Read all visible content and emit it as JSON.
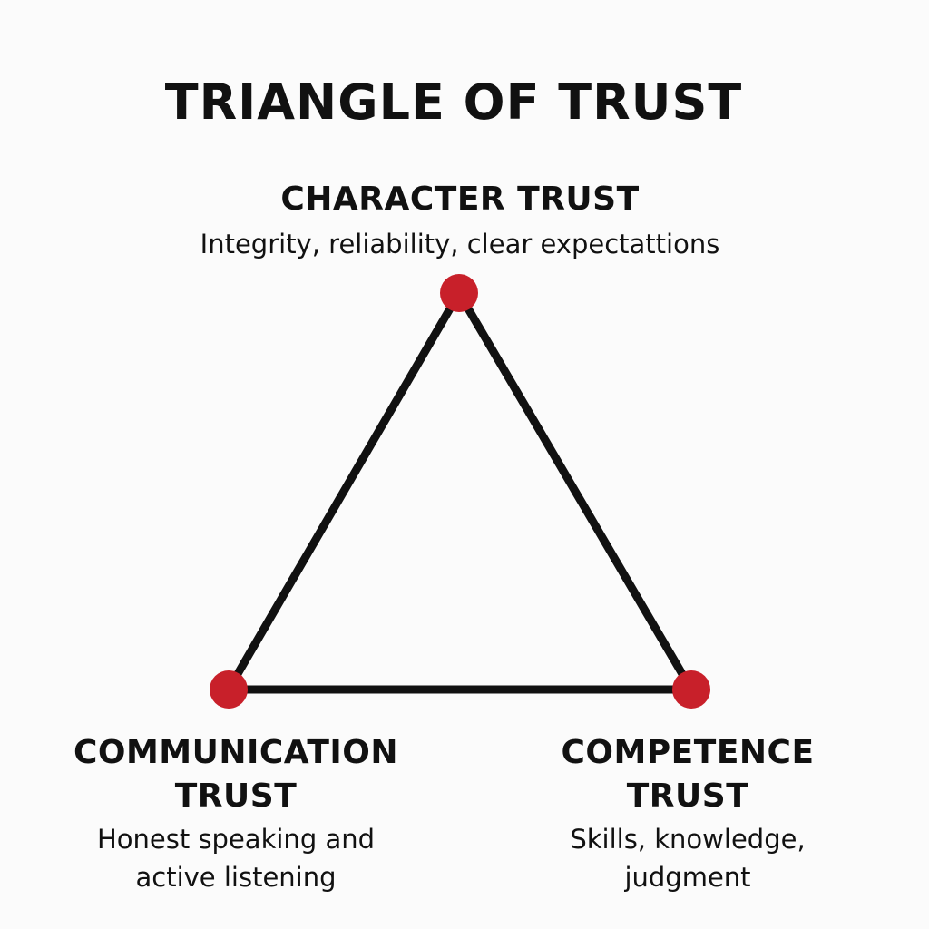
{
  "title": "TRIANGLE OF TRUST",
  "colors": {
    "edge": "#111111",
    "node": "#c8202a",
    "background": "#fbfbfb"
  },
  "vertices": {
    "top": {
      "heading_lines": [
        "CHARACTER TRUST"
      ],
      "description_lines": [
        "Integrity, reliability, clear expectattions"
      ]
    },
    "bottom_left": {
      "heading_lines": [
        "COMMUNICATION",
        "TRUST"
      ],
      "description_lines": [
        "Honest speaking and",
        "active listening"
      ]
    },
    "bottom_right": {
      "heading_lines": [
        "COMPETENCE",
        "TRUST"
      ],
      "description_lines": [
        "Skills, knowledge,",
        "judgment"
      ]
    }
  }
}
